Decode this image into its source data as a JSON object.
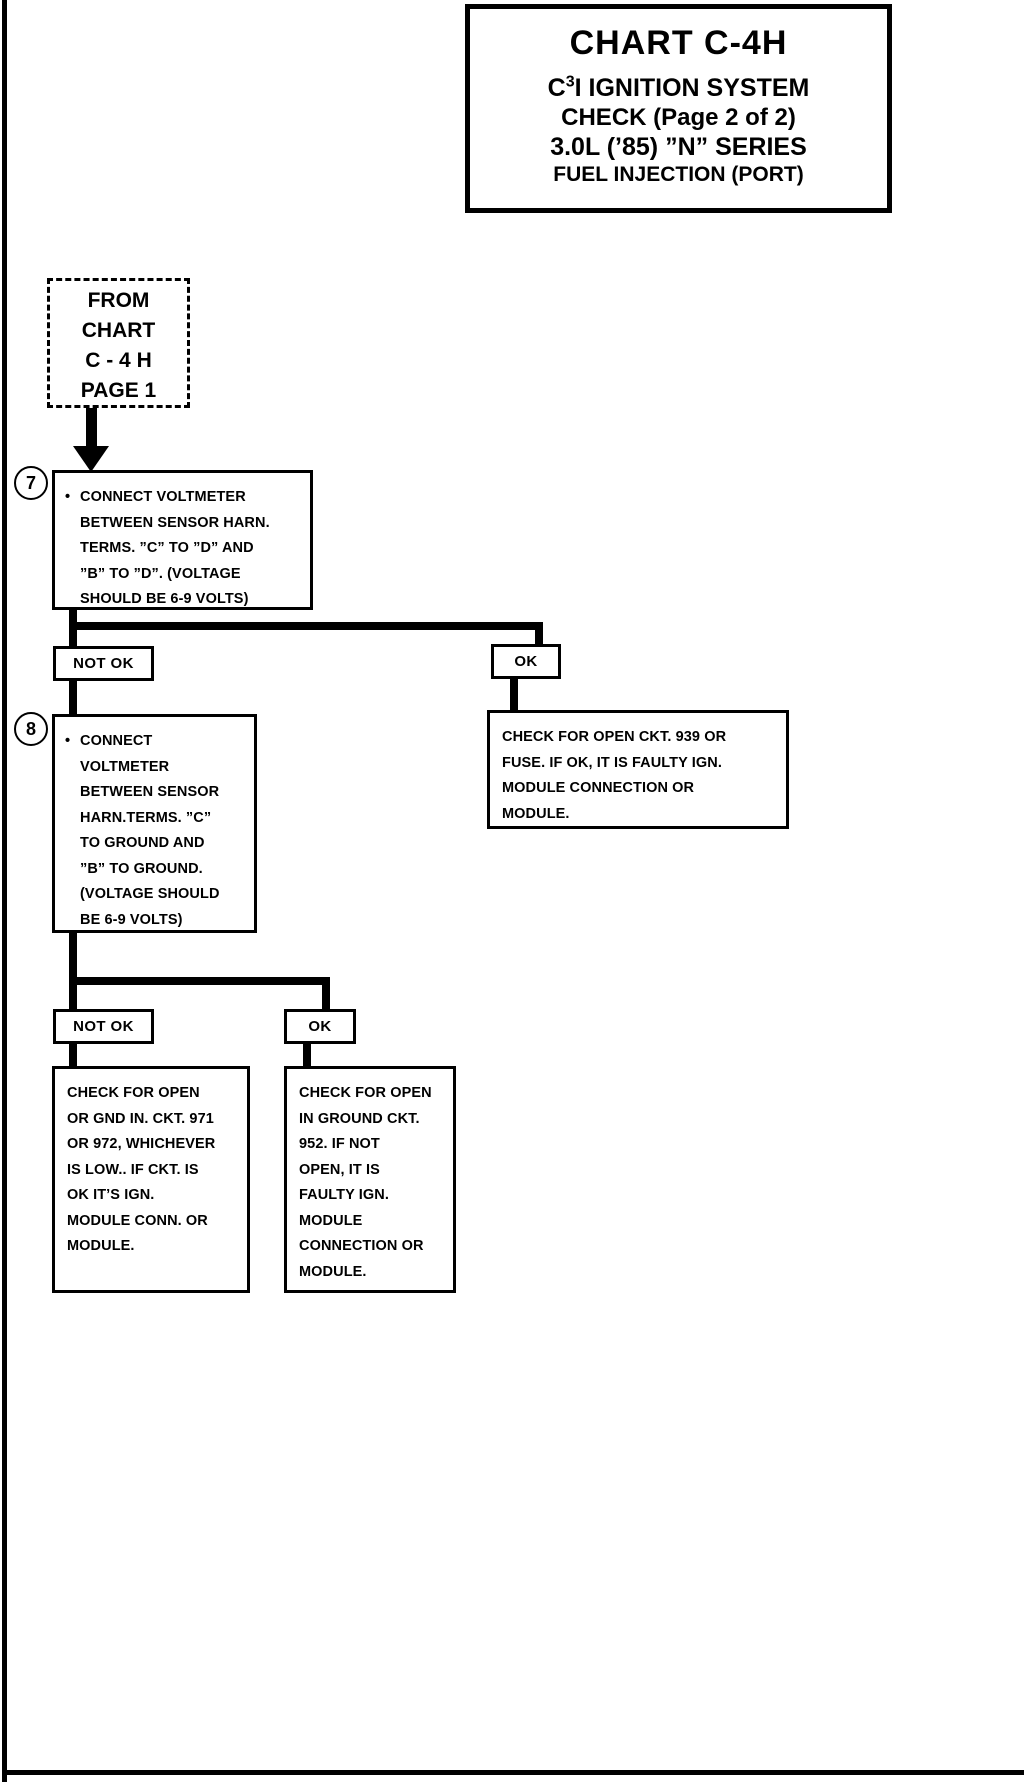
{
  "title_block": {
    "chart_label": "CHART  C-4H",
    "system_line_prefix": "C",
    "system_line_sup": "3",
    "system_line_rest": "I  IGNITION SYSTEM",
    "check_line": "CHECK (Page 2 of 2)",
    "engine_line": "3.0L (’85) ”N” SERIES",
    "fuel_line": "FUEL INJECTION (PORT)"
  },
  "entry": {
    "lines": [
      "FROM",
      "CHART",
      "C - 4 H",
      "PAGE 1"
    ]
  },
  "steps": [
    {
      "number": "7",
      "lines": [
        "CONNECT VOLTMETER",
        "BETWEEN SENSOR HARN.",
        "TERMS. ”C” TO ”D” AND",
        "”B” TO ”D”. (VOLTAGE",
        "SHOULD BE 6-9 VOLTS)"
      ]
    },
    {
      "number": "8",
      "lines": [
        "CONNECT",
        "VOLTMETER",
        "BETWEEN  SENSOR",
        "HARN.TERMS. ”C”",
        "TO GROUND AND",
        "”B” TO GROUND.",
        "(VOLTAGE SHOULD",
        "BE 6-9 VOLTS)"
      ]
    }
  ],
  "branch_labels": {
    "step7_not_ok": "NOT OK",
    "step7_ok": "OK",
    "step8_not_ok": "NOT OK",
    "step8_ok": "OK"
  },
  "results": {
    "step7_ok": {
      "lines": [
        "CHECK FOR OPEN CKT. 939 OR",
        "FUSE. IF OK, IT IS FAULTY IGN.",
        "MODULE CONNECTION OR",
        "MODULE."
      ]
    },
    "step8_not_ok": {
      "lines": [
        "CHECK FOR OPEN",
        "OR GND IN. CKT. 971",
        "OR 972, WHICHEVER",
        "IS LOW.. IF CKT. IS",
        "OK IT’S IGN.",
        "MODULE CONN. OR",
        "MODULE."
      ]
    },
    "step8_ok": {
      "lines": [
        "CHECK FOR OPEN",
        "IN GROUND CKT.",
        "952. IF NOT",
        "OPEN, IT IS",
        "FAULTY IGN.",
        "MODULE",
        "CONNECTION OR",
        "MODULE."
      ]
    }
  },
  "colors": {
    "ink": "#000000",
    "paper": "#ffffff"
  }
}
